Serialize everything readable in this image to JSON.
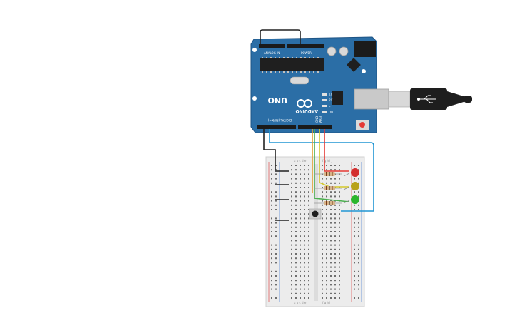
{
  "board": {
    "name": "ARDUINO",
    "model": "UNO",
    "analog_header": "ANALOG IN",
    "power_header": "POWER",
    "digital_header": "DIGITAL (PWM~)",
    "tx": "TX",
    "rx": "RX",
    "l": "L",
    "on": "ON",
    "aref": "AREF",
    "gnd": "GND"
  },
  "breadboard": {
    "columns_left": "a b c d e",
    "columns_right": "f g h i j"
  },
  "leds": [
    {
      "name": "red-led",
      "color": "#d32f2f"
    },
    {
      "name": "yellow-led",
      "color": "#b8a21a"
    },
    {
      "name": "green-led",
      "color": "#2bb52b"
    }
  ],
  "wires": {
    "red": "#e53935",
    "yellow": "#d4c82a",
    "green": "#4caf50",
    "blue": "#2196d3",
    "black": "#222222"
  }
}
